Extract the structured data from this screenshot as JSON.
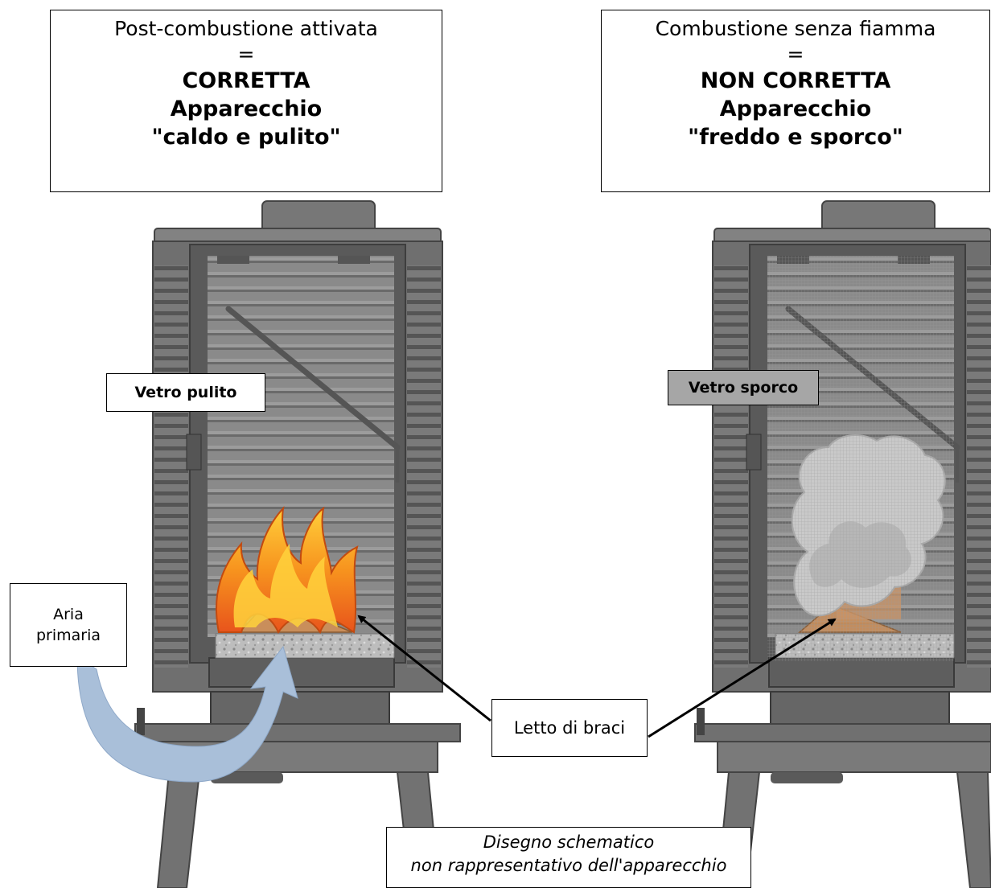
{
  "left_panel": {
    "title_line1": "Post-combustione attivata",
    "title_eq": "=",
    "title_status": "CORRETTA",
    "title_line4": "Apparecchio",
    "title_line5": "\"caldo e pulito\"",
    "glass_label": "Vetro pulito",
    "air_label_line1": "Aria",
    "air_label_line2": "primaria"
  },
  "right_panel": {
    "title_line1": "Combustione senza fiamma",
    "title_eq": "=",
    "title_status": "NON CORRETTA",
    "title_line4": "Apparecchio",
    "title_line5": "\"freddo e sporco\"",
    "glass_label": "Vetro sporco"
  },
  "ember_bed_label": "Letto di braci",
  "note_line1": "Disegno schematico",
  "note_line2": "non rappresentativo dell'apparecchio",
  "colors": {
    "stove_body": "#6f6f6f",
    "stove_dark": "#4d4d4d",
    "flame_outer": "#f7931e",
    "flame_inner": "#ffd23c",
    "smoke": "#c9c9c9",
    "air_arrow": "#a9bfd9",
    "dirty_label_bg": "#a6a6a6"
  }
}
